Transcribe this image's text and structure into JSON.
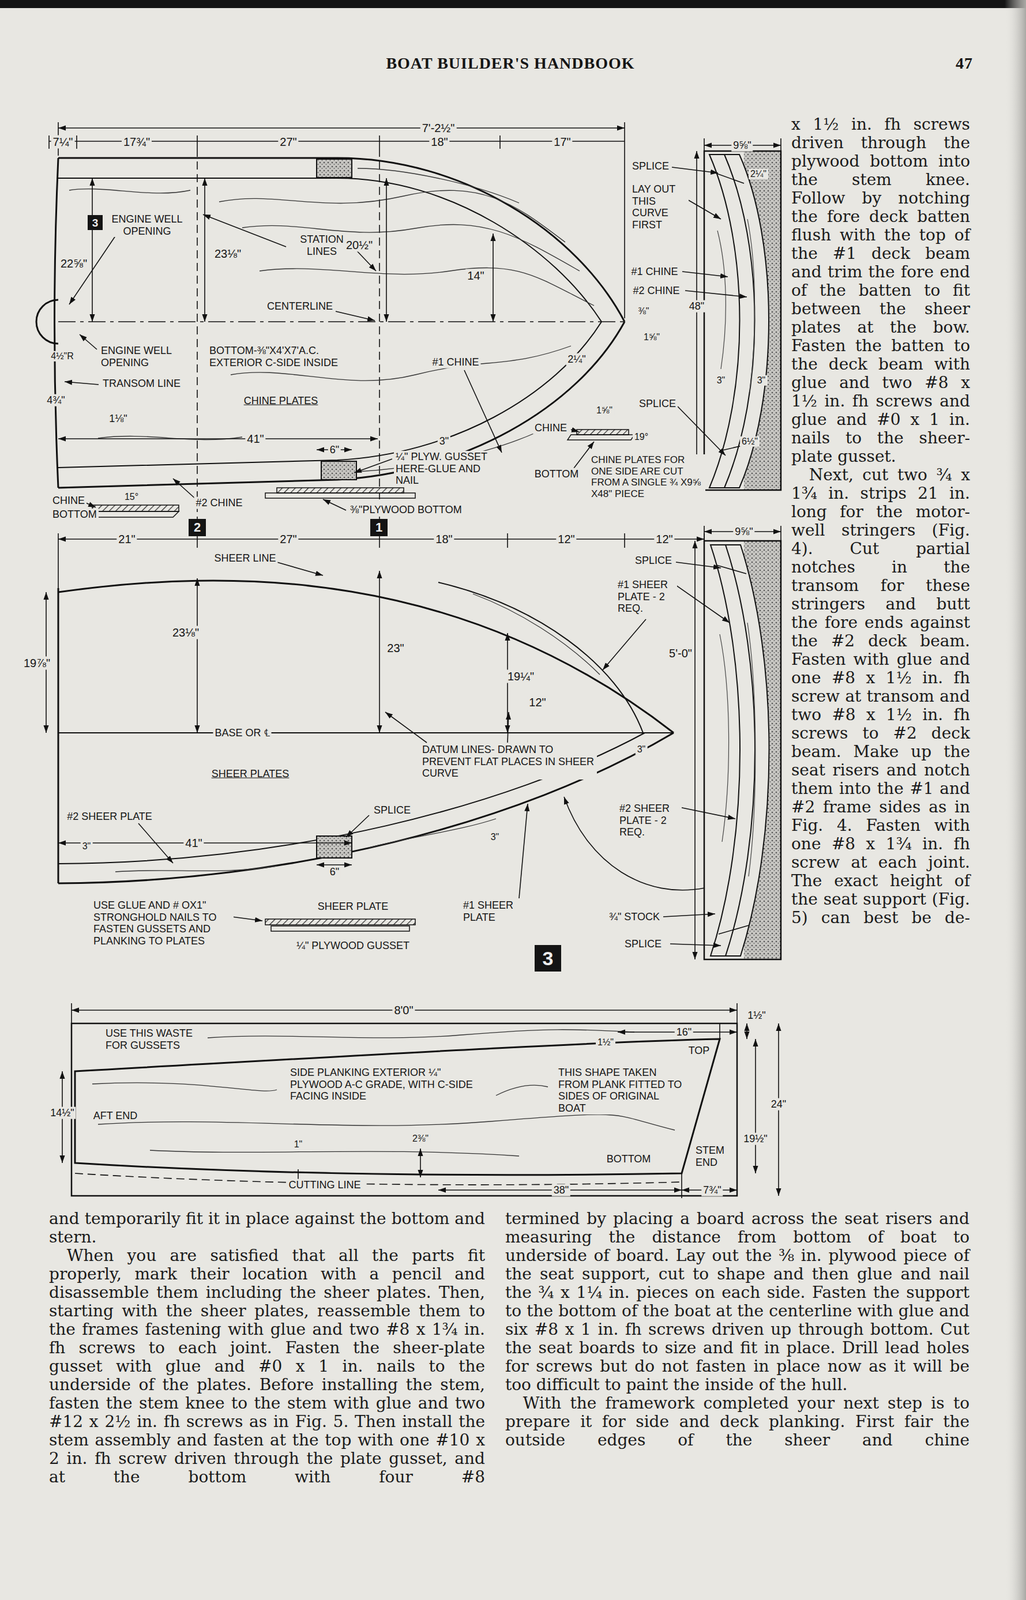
{
  "diagram": {
    "title": "BOAT BUILDER'S HANDBOOK",
    "nodes": [
      {
        "text": [
          "3"
        ]
      },
      {
        "text": [
          "2"
        ]
      },
      {
        "text": [
          "1"
        ]
      },
      {
        "text": [
          "3"
        ]
      }
    ],
    "labels": [
      "47",
      "7¼\"",
      "17¾\"",
      "27\"",
      "7'-2½\"",
      "18\"",
      "17\"",
      "ENGINE WELL OPENING",
      "22⅝\"",
      "23⅛\"",
      "STATION LINES",
      "20½\"",
      "14\"",
      "CENTERLINE",
      "4½\"R",
      "ENGINE WELL OPENING",
      "BOTTOM-⅜\"X4'X7'A.C. EXTERIOR C-SIDE INSIDE",
      "#1 CHINE",
      "4¾\"",
      "TRANSOM LINE",
      "CHINE PLATES",
      "1⅛\"",
      "41\"",
      "6\"",
      "3\"",
      "2¼\"",
      "⅜\"",
      "1⅝\"",
      "48\"",
      "SPLICE",
      "LAY OUT THIS CURVE FIRST",
      "#1 CHINE",
      "#2 CHINE",
      "1⅝\"",
      "SPLICE",
      "CHINE",
      "19°",
      "BOTTOM",
      "CHINE PLATES FOR ONE SIDE ARE CUT FROM A SINGLE ¾ X9⅝ X48\" PIECE",
      "¼\" PLYW. GUSSET HERE-GLUE AND NAIL",
      "⅜\"PLYWOOD BOTTOM",
      "CHINE",
      "BOTTOM",
      "15°",
      "#2 CHINE",
      "9⅝\"",
      "2¼\"",
      "3\"",
      "3\"",
      "6½\"",
      "21\"",
      "27\"",
      "18\"",
      "12\"",
      "12\"",
      "9⅝\"",
      "SHEER LINE",
      "SPLICE",
      "#1 SHEER PLATE - 2 REQ.",
      "19⅞\"",
      "23⅛\"",
      "23\"",
      "19¼\"",
      "12\"",
      "5'-0\"",
      "BASE OR ℄",
      "DATUM LINES- DRAWN TO PREVENT FLAT PLACES IN SHEER CURVE",
      "3\"",
      "SHEER PLATES",
      "#2 SHEER PLATE",
      "SPLICE",
      "3\"",
      "41\"",
      "6\"",
      "3\"",
      "#2 SHEER PLATE - 2 REQ.",
      "USE GLUE AND # OX1\" STRONGHOLD NAILS TO FASTEN GUSSETS AND PLANKING TO PLATES",
      "SHEER PLATE",
      "#1 SHEER PLATE",
      "¾\" STOCK",
      "SPLICE",
      "¼\" PLYWOOD GUSSET",
      "8'0\"",
      "16\"",
      "1½\"",
      "1½\"",
      "TOP",
      "USE THIS WASTE FOR GUSSETS",
      "SIDE PLANKING EXTERIOR ¼\" PLYWOOD A-C GRADE, WITH C-SIDE FACING INSIDE",
      "THIS SHAPE TAKEN FROM PLANK FITTED TO SIDES OF ORIGINAL BOAT",
      "24\"",
      "19½\"",
      "14½\"",
      "AFT END",
      "1\"",
      "2⅜\"",
      "BOTTOM",
      "STEM END",
      "CUTTING LINE",
      "38\"",
      "7¾\"",
      "and temporarily fit it in place against the bottom and stern.",
      "When you are satisfied that all the parts fit properly, mark their location with a pencil and disassemble them including the sheer plates. Then, starting with the sheer plates, reassemble them to the frames fastening with glue and two #8 x 1¾ in. fh screws to each joint. Fasten the sheer-plate gusset with glue and #0 x 1 in. nails to the underside of the plates. Before installing the stem, fasten the stem knee to the stem with glue and two #12 x 2½ in. fh screws as in Fig. 5. Then install the stem assembly and fasten at the top with one #10 x 2 in. fh screw driven through the plate gusset, and at the bottom with four #8",
      "x 1½ in. fh screws driven through the plywood bottom into the stem knee. Follow by notching the fore deck batten flush with the top of the #1 deck beam and trim the fore end of the batten to fit between the sheer plates at the bow. Fasten the batten to the deck beam with glue and two #8 x 1½ in. fh screws and glue and #0 x 1 in. nails to the sheer-plate gusset.",
      "Next, cut two ¾ x 1¾ in. strips 21 in. long for the motor-well stringers (Fig. 4). Cut partial notches in the transom for these stringers and butt the fore ends against the #2 deck beam. Fasten with glue and one #8 x 1½ in. fh screw at transom and two #8 x 1½ in. fh screws to #2 deck beam. Make up the seat risers and notch them into the #1 and #2 frame sides as in Fig. 4. Fasten with one #8 x 1¾ in. fh screw at each joint. The exact height of the seat support (Fig. 5) can best be de-",
      "termined by placing a board across the seat risers and measuring the distance from bottom of boat to underside of board. Lay out the ⅜ in. plywood piece of the seat support, cut to shape and then glue and nail the ¾ x 1¼ in. pieces on each side. Fasten the support to the bottom of the boat at the centerline with glue and six #8 x 1 in. fh screws driven up through bottom. Cut the seat boards to size and fit in place. Drill lead holes for screws but do not fasten in place now as it will be too difficult to paint the inside of the hull.",
      "With the framework completed your next step is to prepare it for side and deck planking. First fair the outside edges of the sheer and chine"
    ]
  }
}
